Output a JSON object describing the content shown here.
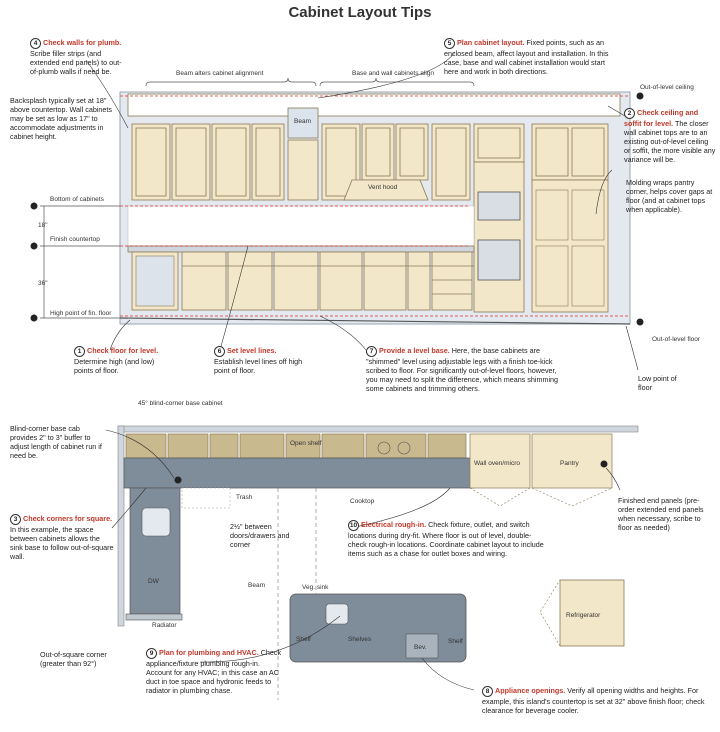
{
  "title": "Cabinet Layout Tips",
  "tips": [
    {
      "n": "4",
      "head": "Check walls for plumb.",
      "body": "Scribe filler strips (and extended end panels) to out-of-plumb walls if need be."
    },
    {
      "n": "5",
      "head": "Plan cabinet layout.",
      "body": "Fixed points, such as an enclosed beam, affect layout and installation. In this case, base and wall cabinet installation would start here and work in both directions."
    },
    {
      "n": "2",
      "head": "Check ceiling and soffit for level.",
      "body": "The closer wall cabinet tops are to an existing out-of-level ceiling or soffit, the more visible any variance will be."
    },
    {
      "n": "1",
      "head": "Check floor for level.",
      "body": "Determine high (and low) points of floor."
    },
    {
      "n": "6",
      "head": "Set level lines.",
      "body": "Establish level lines off high point of floor."
    },
    {
      "n": "7",
      "head": "Provide a level base.",
      "body": "Here, the base cabinets are \"shimmed\" level using adjustable legs with a finish toe-kick scribed to floor. For significantly out-of-level floors, however, you may need to split the difference, which means shimming some cabinets and trimming others."
    },
    {
      "n": "3",
      "head": "Check corners for square.",
      "body": "In this example, the space between cabinets allows the sink base to follow out-of-square wall."
    },
    {
      "n": "10",
      "head": "Electrical rough-in.",
      "body": "Check fixture, outlet, and switch locations during dry-fit. Where floor is out of level, double-check rough-in locations. Coordinate cabinet layout to include items such as a chase for outlet boxes and wiring."
    },
    {
      "n": "9",
      "head": "Plan for plumbing and HVAC.",
      "body": "Check appliance/fixture plumbing rough-in. Account for any HVAC; in this case an AC duct in toe space and hydronic feeds to radiator in plumbing chase."
    },
    {
      "n": "8",
      "head": "Appliance openings.",
      "body": "Verify all opening widths and heights. For example, this island's countertop is set at 32\" above finish floor; check clearance for beverage cooler."
    }
  ],
  "labels": {
    "beam_alters": "Beam alters cabinet alignment",
    "base_wall_align": "Base and wall cabinets align",
    "out_level_ceiling": "Out-of-level ceiling",
    "backsplash": "Backsplash typically set at 18\" above countertop. Wall cabinets may be set as low as 17\" to accommodate adjustments in cabinet height.",
    "bottom_cabinets": "Bottom of cabinets",
    "dim_18": "18\"",
    "finish_countertop": "Finish countertop",
    "dim_36": "36\"",
    "high_point": "High point of fin. floor",
    "beam": "Beam",
    "vent_hood": "Vent hood",
    "molding": "Molding wraps pantry corner, helps cover gaps at floor (and at cabinet tops when applicable).",
    "out_level_floor": "Out-of-level floor",
    "low_point": "Low point of floor",
    "blind_corner_cab": "45° blind-corner base cabinet",
    "blind_corner_note": "Blind-corner base cab provides 2\" to 3\" buffer to adjust length of cabinet run if need be.",
    "open_shelf": "Open shelf",
    "wall_ovens": "Wall oven/micro",
    "pantry": "Pantry",
    "trash": "Trash",
    "cooktop": "Cooktop",
    "between_doors": "2½\" between doors/drawers and corner",
    "dw": "DW",
    "beam2": "Beam",
    "radiator": "Radiator",
    "veg_sink": "Veg. sink",
    "shelves": "Shelves",
    "shelf1": "Shelf",
    "shelf2": "Shelf",
    "bev": "Bev.",
    "refrigerator": "Refrigerator",
    "finished_end": "Finished end panels (pre-order extended end panels when necessary, scribe to floor as needed)",
    "out_square": "Out-of-square corner (greater than 92°)"
  },
  "colors": {
    "accent": "#c0392b",
    "cab": "#f3e7c9",
    "cab_stroke": "#8a7a55",
    "counter": "#9aa5b1",
    "wall": "#dde3ea",
    "level": "#d93030"
  }
}
